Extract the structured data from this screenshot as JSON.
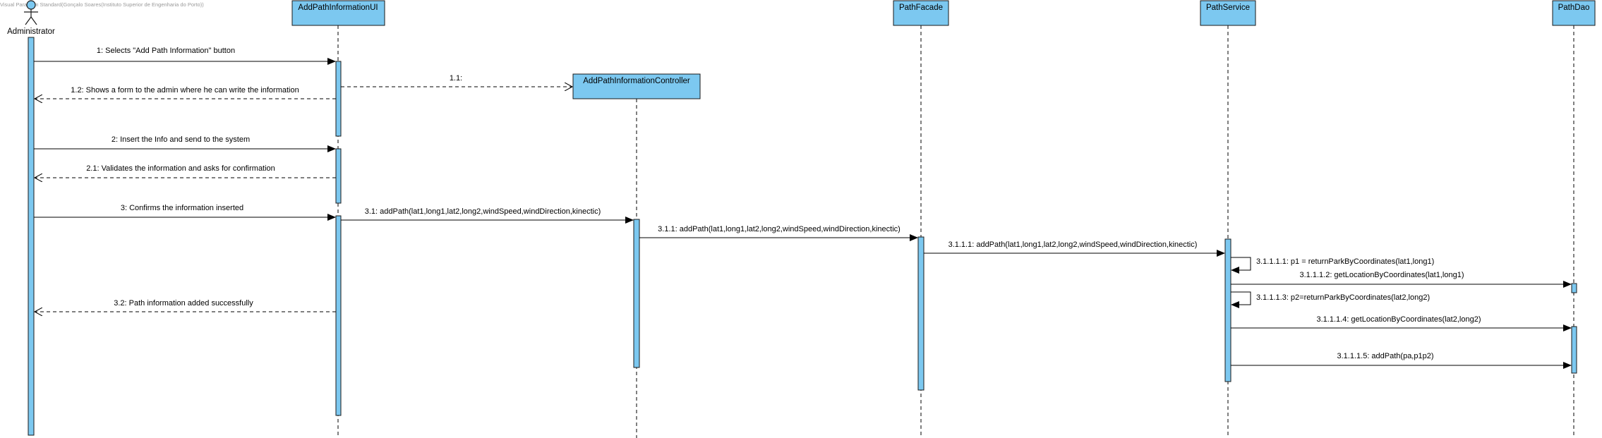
{
  "watermark": "Visual Paradigm Standard(Gonçalo Soares(Instituto Superior de Engenharia do Porto))",
  "actor": {
    "name": "Administrator"
  },
  "lifelines": {
    "ui": "AddPathInformationUI",
    "controller": "AddPathInformationController",
    "facade": "PathFacade",
    "service": "PathService",
    "dao": "PathDao"
  },
  "messages": {
    "m1": "1: Selects \"Add Path Information\" button",
    "m1_1": "1.1:",
    "m1_2": "1.2: Shows a form to the admin where he can write the information",
    "m2": "2: Insert the Info and send to the system",
    "m2_1": "2.1: Validates the information and asks for confirmation",
    "m3": "3: Confirms the information inserted",
    "m3_1": "3.1: addPath(lat1,long1,lat2,long2,windSpeed,windDirection,kinectic)",
    "m3_1_1": "3.1.1: addPath(lat1,long1,lat2,long2,windSpeed,windDirection,kinectic)",
    "m3_1_1_1": "3.1.1.1: addPath(lat1,long1,lat2,long2,windSpeed,windDirection,kinectic)",
    "m3_1_1_1_1": "3.1.1.1.1: p1 = returnParkByCoordinates(lat1,long1)",
    "m3_1_1_1_2": "3.1.1.1.2: getLocationByCoordinates(lat1,long1)",
    "m3_1_1_1_3": "3.1.1.1.3: p2=returnParkByCoordinates(lat2,long2)",
    "m3_1_1_1_4": "3.1.1.1.4: getLocationByCoordinates(lat2,long2)",
    "m3_1_1_1_5": "3.1.1.1.5: addPath(pa,p1p2)",
    "m3_2": "3.2: Path information added successfully"
  },
  "colors": {
    "box_fill": "#7cc8f0",
    "box_stroke": "#1a1a1a",
    "line": "#000000",
    "watermark": "#9a9a9a"
  }
}
